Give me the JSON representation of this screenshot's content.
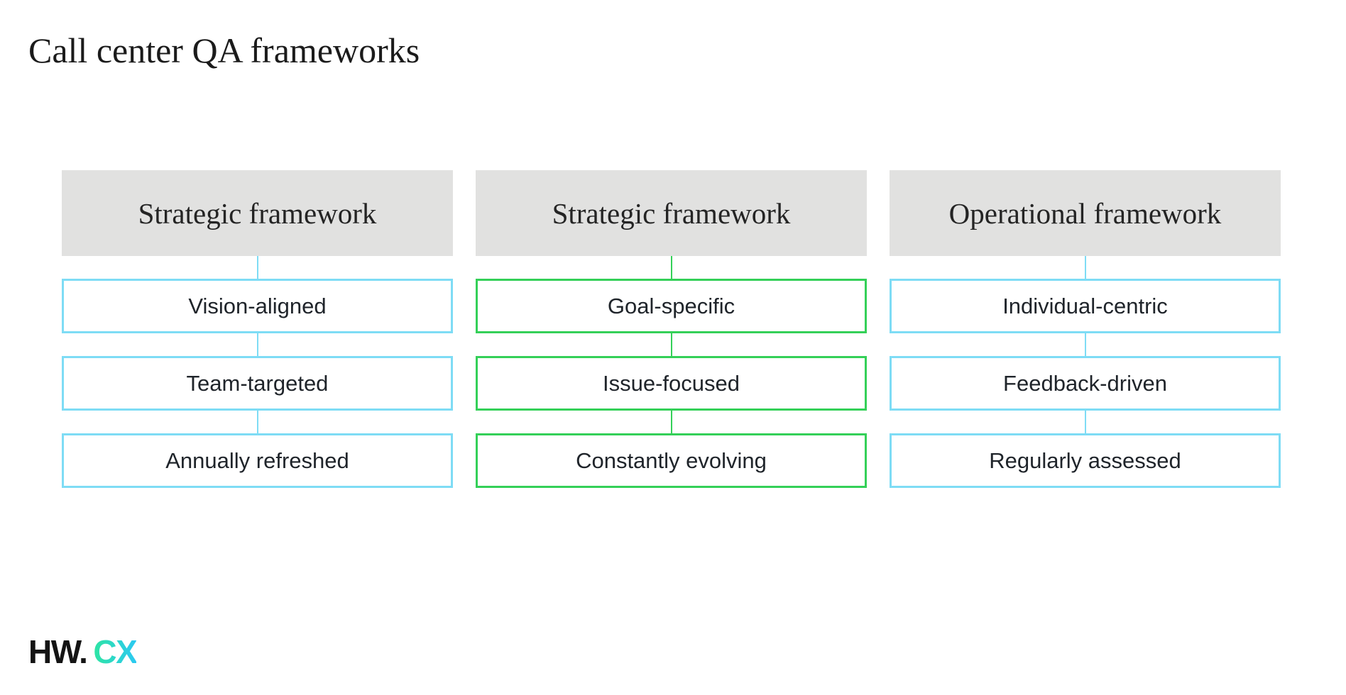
{
  "page": {
    "title": "Call center QA frameworks"
  },
  "diagram": {
    "header_bg": "#e1e1e0",
    "columns": [
      {
        "header": "Strategic framework",
        "accent": "#7edcf5",
        "items": [
          "Vision-aligned",
          "Team-targeted",
          "Annually refreshed"
        ]
      },
      {
        "header": "Strategic framework",
        "accent": "#34d058",
        "items": [
          "Goal-specific",
          "Issue-focused",
          "Constantly evolving"
        ]
      },
      {
        "header": "Operational framework",
        "accent": "#7edcf5",
        "items": [
          "Individual-centric",
          "Feedback-driven",
          "Regularly assessed"
        ]
      }
    ]
  },
  "logo": {
    "prefix": "HW.",
    "suffix": "CX",
    "prefix_color": "#141414",
    "gradient_from": "#2ee5a2",
    "gradient_to": "#2bc9f2"
  }
}
